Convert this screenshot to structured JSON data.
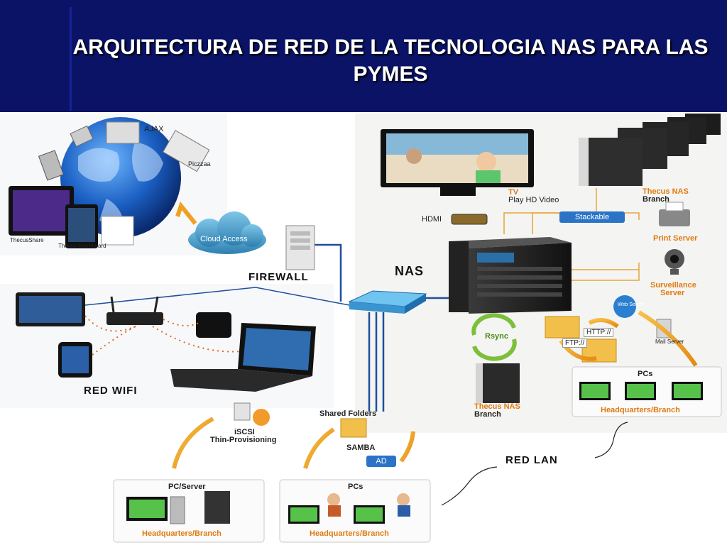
{
  "title": "ARQUITECTURA DE RED DE  LA TECNOLOGIA NAS PARA LAS PYMES",
  "labels": {
    "ajax": "AJAX",
    "piczzaa": "Piczzaa",
    "thecus_share": "ThecusShare",
    "thecus_dashboard": "Thecus Dashboard",
    "cloud_access": "Cloud Access",
    "firewall": "FIREWALL",
    "red_wifi": "RED WIFI",
    "nas": "NAS",
    "hdmi": "HDMI",
    "tv": "TV",
    "play_hd": "Play HD Video",
    "stackable": "Stackable",
    "thecus_nas_branch_1": "Thecus NAS",
    "branch_1": "Branch",
    "print_server": "Print Server",
    "surveillance": "Surveillance",
    "server": "Server",
    "web_server": "Web Server",
    "mail_server": "Mail Server",
    "http": "HTTP://",
    "ftp": "FTP://",
    "rsync": "Rsync",
    "thecus_nas_branch_2": "Thecus NAS",
    "branch_2": "Branch",
    "pcs_right": "PCs",
    "hq_branch_right": "Headquarters/Branch",
    "iscsi": "iSCSI",
    "thin_provisioning": "Thin-Provisioning",
    "shared_folders": "Shared Folders",
    "samba": "SAMBA",
    "ad": "AD",
    "pc_server": "PC/Server",
    "hq_branch_left": "Headquarters/Branch",
    "pcs_bottom": "PCs",
    "hq_branch_bottom": "Headquarters/Branch",
    "red_lan": "RED LAN"
  }
}
